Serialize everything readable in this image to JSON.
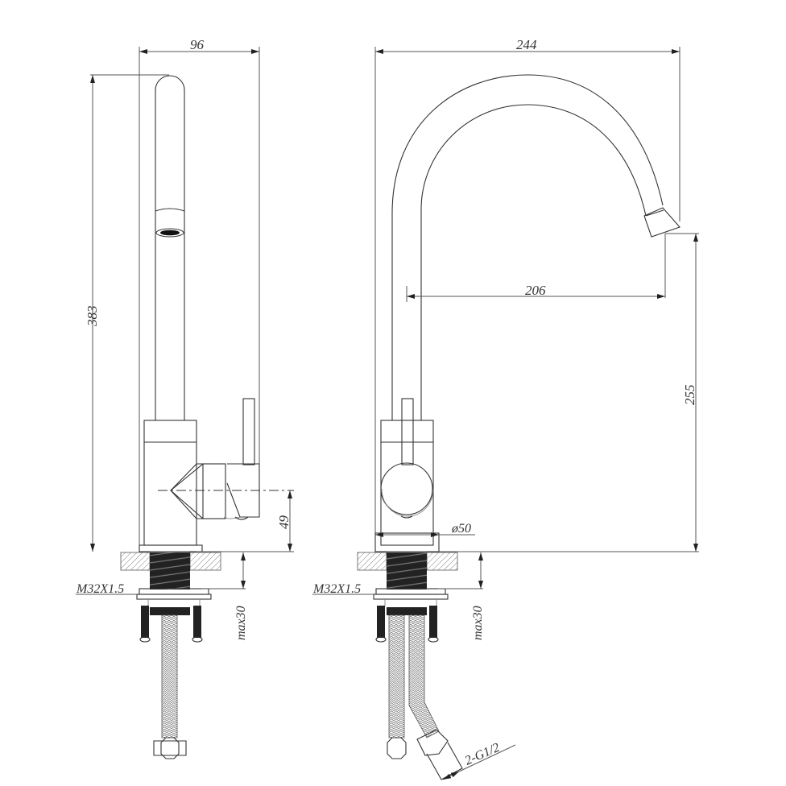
{
  "drawing": {
    "title": "Kitchen faucet technical drawing",
    "views": [
      {
        "name": "side-view",
        "dimensions": {
          "width": "96",
          "height": "383",
          "lever_axis_height": "49",
          "thread": "M32X1.5",
          "max_thickness": "max30"
        }
      },
      {
        "name": "front-view",
        "dimensions": {
          "width": "244",
          "reach": "206",
          "spout_height": "255",
          "base_diameter": "ø50",
          "thread": "M32X1.5",
          "max_thickness": "max30",
          "hose_connection": "2-G1/2"
        }
      }
    ]
  },
  "labels": {
    "side_width": "96",
    "side_height": "383",
    "side_axis": "49",
    "side_thread": "M32X1.5",
    "side_max": "max30",
    "front_width": "244",
    "front_reach": "206",
    "front_height": "255",
    "front_dia": "ø50",
    "front_thread": "M32X1.5",
    "front_max": "max30",
    "front_hose": "2-G1/2"
  },
  "colors": {
    "line": "#333333",
    "background": "#ffffff",
    "thread_fill": "#222222"
  }
}
